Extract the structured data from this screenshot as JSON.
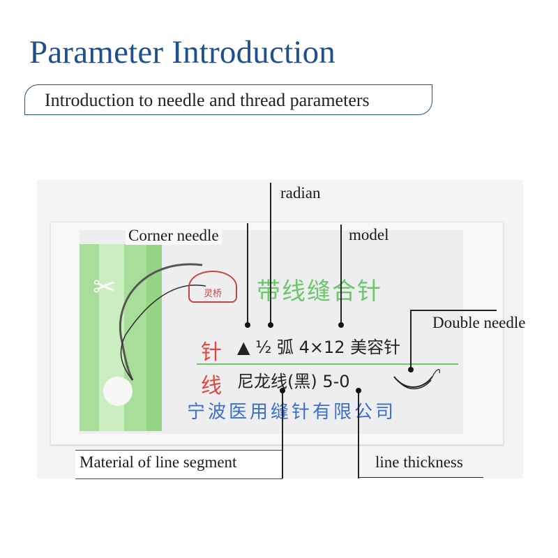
{
  "header": {
    "title": "Parameter Introduction",
    "subtitle": "Introduction to needle and thread parameters"
  },
  "package": {
    "product_name": "带线缝合针",
    "logo_text": "灵桥",
    "needle_char": "针",
    "thread_char": "线",
    "needle_spec": "▲ ½ 弧  4×12  美容针",
    "thread_spec": "尼龙线(黑) 5-0",
    "company": "宁波医用缝针有限公司"
  },
  "annotations": {
    "radian": "radian",
    "corner_needle": "Corner needle",
    "model": "model",
    "double_needle": "Double needle",
    "material": "Material of line segment",
    "thickness": "line thickness"
  },
  "colors": {
    "title_blue": "#1e4f8f",
    "label_green": "#a8dd9a",
    "accent_red": "#e0473f",
    "company_blue": "#3a6fc8"
  }
}
